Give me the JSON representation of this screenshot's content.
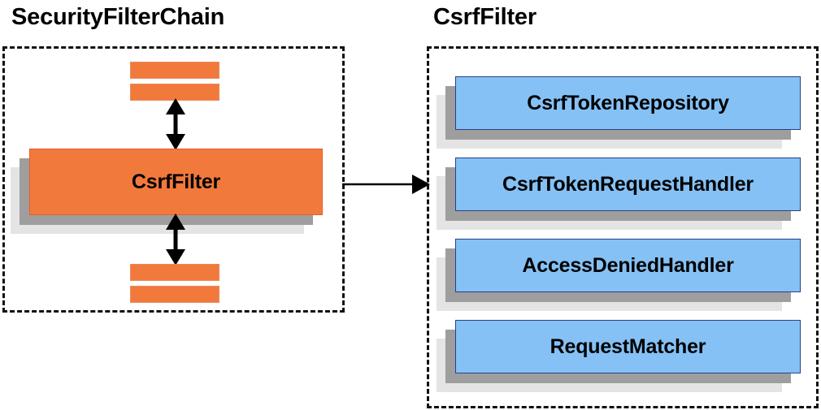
{
  "diagram": {
    "type": "component-relationship-diagram",
    "background_color": "#ffffff",
    "accent_orange": "#f2793c",
    "accent_blue": "#85c1f5",
    "shadow_dark": "#9e9e9e",
    "shadow_light": "#e4e4e4",
    "border_color": "#111111"
  },
  "panels": [
    {
      "title": "SecurityFilterChain",
      "focus_component": "CsrfFilter",
      "sibling_filters_above": 2,
      "sibling_filters_below": 2
    },
    {
      "title": "CsrfFilter",
      "collaborators": [
        "CsrfTokenRepository",
        "CsrfTokenRequestHandler",
        "AccessDeniedHandler",
        "RequestMatcher"
      ]
    }
  ],
  "left_panel": {
    "title": "SecurityFilterChain",
    "filter_box": {
      "label": "CsrfFilter"
    },
    "bars_above": [
      {
        "label": ""
      },
      {
        "label": ""
      }
    ],
    "bars_below": [
      {
        "label": ""
      },
      {
        "label": ""
      }
    ],
    "arrow_up": {
      "kind": "double-headed-vertical-arrow"
    },
    "arrow_down": {
      "kind": "double-headed-vertical-arrow"
    }
  },
  "right_panel": {
    "title": "CsrfFilter",
    "cards": [
      {
        "label": "CsrfTokenRepository"
      },
      {
        "label": "CsrfTokenRequestHandler"
      },
      {
        "label": "AccessDeniedHandler"
      },
      {
        "label": "RequestMatcher"
      }
    ]
  },
  "connector": {
    "kind": "right-arrow",
    "from": "SecurityFilterChain.CsrfFilter",
    "to": "CsrfFilter panel"
  }
}
